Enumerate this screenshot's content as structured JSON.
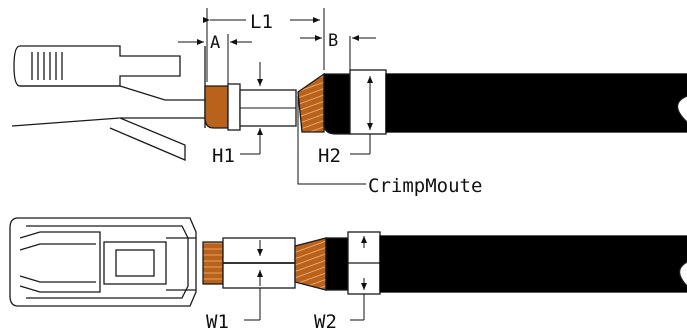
{
  "labels": {
    "l1": "L1",
    "a": "A",
    "b": "B",
    "h1": "H1",
    "h2": "H2",
    "crimp": "CrimpMoute",
    "w1": "W1",
    "w2": "W2"
  },
  "colors": {
    "copper": "#b8621b",
    "cable": "#000000",
    "line": "#1a1a1a",
    "background": "#ffffff"
  }
}
